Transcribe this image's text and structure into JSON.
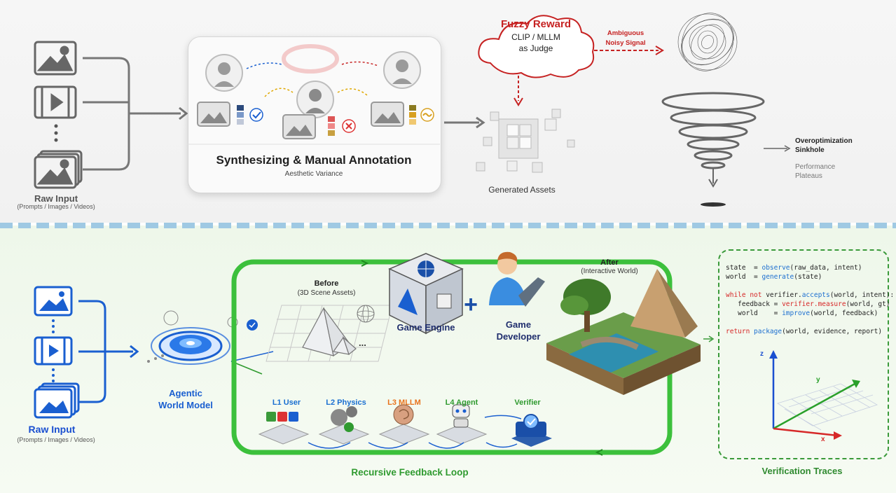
{
  "top": {
    "raw_input": {
      "title": "Raw Input",
      "subtitle": "(Prompts / Images / Videos)"
    },
    "annotation": {
      "title": "Synthesizing & Manual Annotation",
      "subtitle": "Aesthetic Variance"
    },
    "fuzzy": {
      "title": "Fuzzy Reward",
      "line1": "CLIP / MLLM",
      "line2": "as Judge"
    },
    "ambiguous": {
      "line1": "Ambiguous",
      "line2": "Noisy Signal"
    },
    "generated_assets": "Generated Assets",
    "sinkhole": {
      "line1": "Overoptimization",
      "line2": "Sinkhole",
      "sub1": "Performance",
      "sub2": "Plateaus"
    }
  },
  "bottom": {
    "raw_input": {
      "title": "Raw Input",
      "subtitle": "(Prompts / Images / Videos)"
    },
    "agentic": {
      "line1": "Agentic",
      "line2": "World Model"
    },
    "before": {
      "title": "Before",
      "subtitle": "(3D Scene Assets)",
      "ellipsis": "..."
    },
    "game_engine": "Game Engine",
    "plus": "+",
    "game_developer": {
      "line1": "Game",
      "line2": "Developer"
    },
    "after": {
      "title": "After",
      "subtitle": "(Interactive World)"
    },
    "levels": [
      {
        "label": "L1 User",
        "color": "#1a6fd1"
      },
      {
        "label": "L2 Physics",
        "color": "#1a6fd1"
      },
      {
        "label": "L3 MLLM",
        "color": "#e8731c"
      },
      {
        "label": "L4 Agent",
        "color": "#2f9a2f"
      },
      {
        "label": "Verifier",
        "color": "#2f9a2f"
      }
    ],
    "loop_label": "Recursive Feedback Loop",
    "verification_label": "Verification Traces",
    "axes": {
      "x": "x",
      "y": "y",
      "z": "z"
    }
  },
  "code_lines": {
    "l1a": "state  = ",
    "l1fn": "observe",
    "l1b": "(raw_data, intent)",
    "l2a": "world  = ",
    "l2fn": "generate",
    "l2b": "(state)",
    "l3kw": "while not",
    "l3a": " verifier.",
    "l3fn": "accepts",
    "l3b": "(world, intent):",
    "l4a": "   feedback = ",
    "l4fn": "verifier.measure",
    "l4b": "(world, gt)",
    "l5a": "   world    = ",
    "l5fn": "improve",
    "l5b": "(world, feedback)",
    "l6kw": "return",
    "l6fn": " package",
    "l6b": "(world, evidence, report)"
  },
  "colors": {
    "accent_blue": "#1a5fd0",
    "loop_green": "#3cc03c",
    "fuzzy_red": "#c62222",
    "dark_text": "#1f2d3d"
  }
}
